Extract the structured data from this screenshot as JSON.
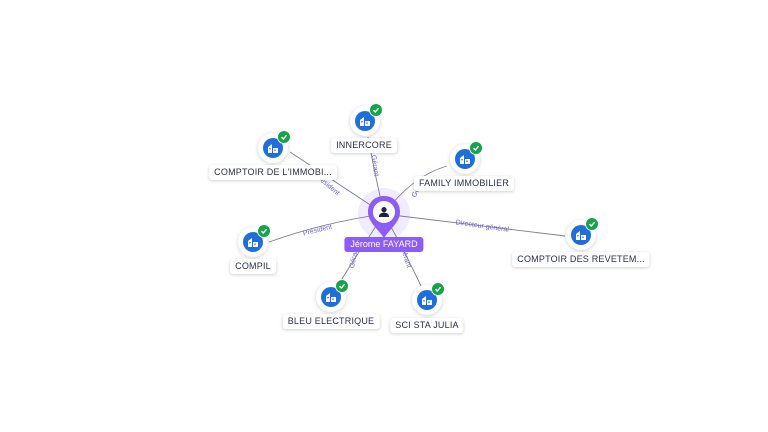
{
  "center": {
    "name": "Jérome FAYARD",
    "icon": "person-icon"
  },
  "companies": [
    {
      "id": "innercore",
      "name": "INNERCORE",
      "role": "Gérant"
    },
    {
      "id": "comptoir-immo",
      "name": "COMPTOIR DE L'IMMOBI...",
      "role": "Président"
    },
    {
      "id": "family-immo",
      "name": "FAMILY IMMOBILIER",
      "role": "Gérant"
    },
    {
      "id": "compil",
      "name": "COMPIL",
      "role": "Président"
    },
    {
      "id": "comptoir-revet",
      "name": "COMPTOIR DES REVETEM...",
      "role": "Directeur général"
    },
    {
      "id": "bleu-elec",
      "name": "BLEU ELECTRIQUE",
      "role": "Gérant"
    },
    {
      "id": "sci-sta-julia",
      "name": "SCI STA JULIA",
      "role": "Gérant"
    }
  ],
  "colors": {
    "accent": "#8b5cf6",
    "node_blue": "#1e6fd9",
    "verified_green": "#17a34a",
    "edge": "#7b8090"
  }
}
